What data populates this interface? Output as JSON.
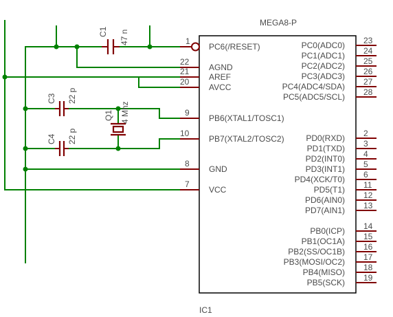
{
  "ic": {
    "title": "MEGA8-P",
    "ref": "IC1",
    "left_pins": [
      {
        "num": "1",
        "name": "PC6(/RESET)"
      },
      {
        "num": "22",
        "name": "AGND"
      },
      {
        "num": "21",
        "name": "AREF"
      },
      {
        "num": "20",
        "name": "AVCC"
      },
      {
        "num": "9",
        "name": "PB6(XTAL1/TOSC1)"
      },
      {
        "num": "10",
        "name": "PB7(XTAL2/TOSC2)"
      },
      {
        "num": "8",
        "name": "GND"
      },
      {
        "num": "7",
        "name": "VCC"
      }
    ],
    "right_pins": [
      {
        "num": "23",
        "name": "PC0(ADC0)"
      },
      {
        "num": "24",
        "name": "PC1(ADC1)"
      },
      {
        "num": "25",
        "name": "PC2(ADC2)"
      },
      {
        "num": "26",
        "name": "PC3(ADC3)"
      },
      {
        "num": "27",
        "name": "PC4(ADC4/SDA)"
      },
      {
        "num": "28",
        "name": "PC5(ADC5/SCL)"
      },
      {
        "num": "2",
        "name": "PD0(RXD)"
      },
      {
        "num": "3",
        "name": "PD1(TXD)"
      },
      {
        "num": "4",
        "name": "PD2(INT0)"
      },
      {
        "num": "5",
        "name": "PD3(INT1)"
      },
      {
        "num": "6",
        "name": "PD4(XCK/T0)"
      },
      {
        "num": "11",
        "name": "PD5(T1)"
      },
      {
        "num": "12",
        "name": "PD6(AIN0)"
      },
      {
        "num": "13",
        "name": "PD7(AIN1)"
      },
      {
        "num": "14",
        "name": "PB0(ICP)"
      },
      {
        "num": "15",
        "name": "PB1(OC1A)"
      },
      {
        "num": "16",
        "name": "PB2(SS/OC1B)"
      },
      {
        "num": "17",
        "name": "PB3(MOSI/OC2)"
      },
      {
        "num": "18",
        "name": "PB4(MISO)"
      },
      {
        "num": "19",
        "name": "PB5(SCK)"
      }
    ]
  },
  "components": {
    "c1": {
      "ref": "C1",
      "value": "47 n"
    },
    "c3": {
      "ref": "C3",
      "value": "22 p"
    },
    "c4": {
      "ref": "C4",
      "value": "22 p"
    },
    "q1": {
      "ref": "Q1",
      "value": "4 Mhz"
    }
  },
  "colors": {
    "wire": "#008000",
    "pin": "#800000",
    "outline": "#000000",
    "text": "#4a4a4a"
  }
}
